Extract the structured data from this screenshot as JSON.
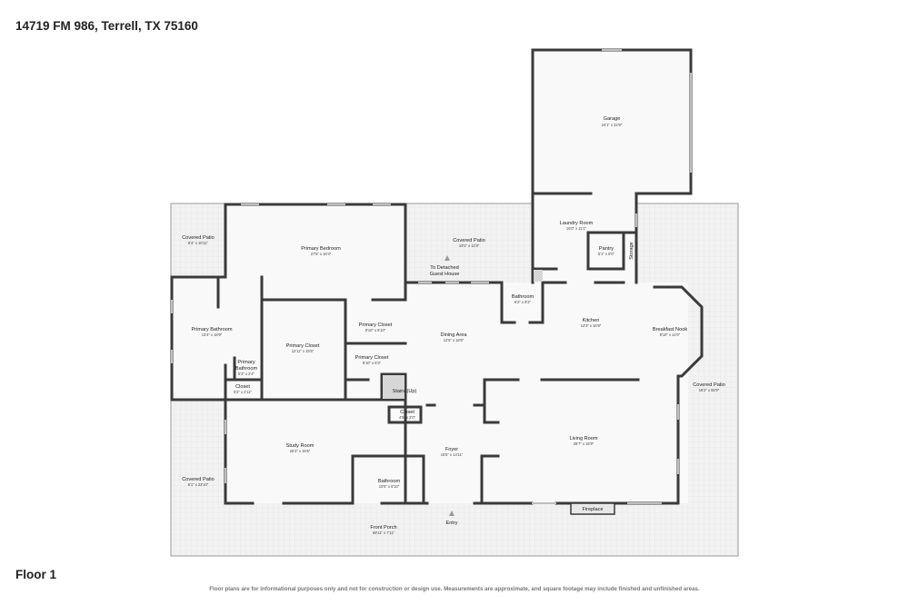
{
  "header": {
    "address": "14719 FM 986, Terrell, TX 75160"
  },
  "footer": {
    "floor": "Floor 1",
    "disclaimer": "Floor plans are for informational purposes only and not for construction or design use. Measurements are approximate, and square footage may include finished and unfinished areas."
  },
  "colors": {
    "wall": "#3a3a3a",
    "exterior": "#f0f0f0",
    "interior": "#f7f7f7",
    "stairs": "#d8d8d8",
    "arrow": "#999999"
  },
  "rooms": {
    "garage": {
      "name": "Garage",
      "dim": "24'1\" x 22'9\""
    },
    "laundry": {
      "name": "Laundry Room",
      "dim": "16'0\" x 11'1\""
    },
    "pantry": {
      "name": "Pantry",
      "dim": "5'1\" x 5'0\""
    },
    "storage": {
      "name": "Storage"
    },
    "covered_patio_nw": {
      "name": "Covered Patio",
      "dim": "8'4\" x 10'11\""
    },
    "primary_bedroom": {
      "name": "Primary Bedroom",
      "dim": "27'5\" x 16'4\""
    },
    "covered_patio_n": {
      "name": "Covered Patio",
      "dim": "19'1\" x 11'9\""
    },
    "detached_guest": {
      "line1": "To Detached",
      "line2": "Guest House"
    },
    "bathroom_n": {
      "name": "Bathroom",
      "dim": "6'2\" x 9'3\""
    },
    "primary_bathroom": {
      "name": "Primary Bathroom",
      "dim": "13'4\" x 18'9\""
    },
    "primary_closet_big": {
      "name": "Primary Closet",
      "dim": "12'11\" x 15'5\""
    },
    "primary_closet_1": {
      "name": "Primary Closet",
      "dim": "8'10\" x 6'10\""
    },
    "primary_closet_2": {
      "name": "Primary Closet",
      "dim": "8'10\" x 8'3\""
    },
    "primary_bathroom_small": {
      "line1": "Primary",
      "line2": "Bathroom",
      "dim": "5'2\" x 2'4\""
    },
    "closet_w": {
      "name": "Closet",
      "dim": "5'2\" x 2'11\""
    },
    "dining": {
      "name": "Dining Area",
      "dim": "14'5\" x 18'6\""
    },
    "kitchen": {
      "name": "Kitchen",
      "dim": "14'3\" x 16'9\""
    },
    "breakfast_nook": {
      "name": "Breakfast Nook",
      "dim": "9'10\" x 14'0\""
    },
    "covered_patio_e": {
      "name": "Covered Patio",
      "dim": "15'2\" x 55'9\""
    },
    "stairs": {
      "name": "Stairs (Up)"
    },
    "closet_c": {
      "name": "Closet",
      "dim": "4'9\" x 2'0\""
    },
    "study": {
      "name": "Study Room",
      "dim": "25'2\" x 15'6\""
    },
    "foyer": {
      "name": "Foyer",
      "dim": "16'6\" x 14'11\""
    },
    "living": {
      "name": "Living Room",
      "dim": "29'7\" x 18'9\""
    },
    "covered_patio_sw": {
      "name": "Covered Patio",
      "dim": "8'1\" x 23'10\""
    },
    "bathroom_s": {
      "name": "Bathroom",
      "dim": "10'5\" x 6'10\""
    },
    "fireplace": {
      "name": "Fireplace"
    },
    "front_porch": {
      "name": "Front Porch",
      "dim": "69'11\" x 7'11\""
    },
    "entry": {
      "name": "Entry"
    }
  }
}
